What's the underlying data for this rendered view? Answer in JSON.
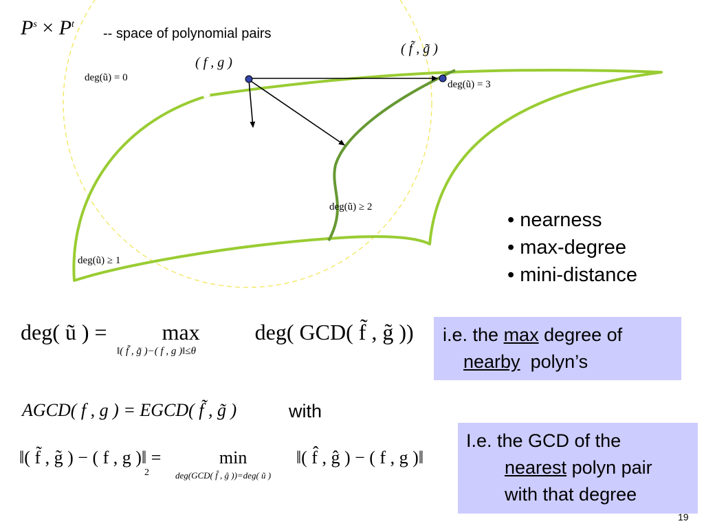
{
  "title": {
    "symbol": "P",
    "sup_s": "s",
    "times": "×",
    "symbol2": "P",
    "sup_t": "t",
    "text": "-- space of polynomial pairs"
  },
  "points": {
    "fg": "( f , g )",
    "fg_tilde": "( f̃ , g̃ )"
  },
  "manifold_labels": {
    "deg0": "deg(ũ) = 0",
    "deg3": "deg(ũ) = 3",
    "deg2": "deg(ũ) ≥ 2",
    "deg1": "deg(ũ) ≥ 1"
  },
  "bullets": [
    "nearness",
    "max-degree",
    "mini-distance"
  ],
  "box1": {
    "line1_prefix": "i.e. the ",
    "line1_u": "max",
    "line1_suffix": " degree of",
    "line2_u": "nearby",
    "line2_suffix": "  polyn’s"
  },
  "box2": {
    "line1": "I.e. the GCD of the",
    "line2_u": "nearest",
    "line2_suffix": " polyn pair",
    "line3": "with that degree"
  },
  "equations": {
    "eq1": "deg( ũ ) =          max          deg( GCD( f̃ , g̃ ))",
    "eq1_sub": "‖( f̃ , g̃ )−( f , g )‖≤θ",
    "eq2": "AGCD( f , g ) = EGCD( f̃ , g̃ )",
    "eq2_with": "with",
    "eq3": "‖( f̃ , g̃ ) − ( f , g )‖ =             min           ‖( f̂ , ĝ ) − ( f , g )‖",
    "eq3_two": "2",
    "eq3_sub": "deg(GCD( f̂ , ĝ ))=deg( ũ )"
  },
  "page_number": "19",
  "colors": {
    "curve": "#99cc33",
    "curve_dark": "#669933",
    "circle": "#f2e65a",
    "point": "#3344aa",
    "box_bg": "#ccccff"
  }
}
